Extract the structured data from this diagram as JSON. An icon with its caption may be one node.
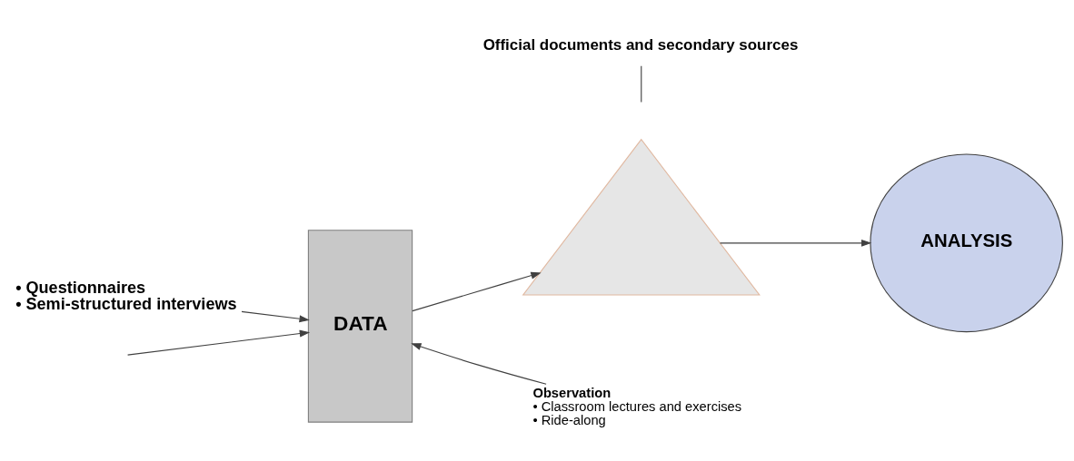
{
  "diagram": {
    "nodes": [
      {
        "text": [
          "DATA"
        ]
      },
      {
        "text": [],
        "shape": "triangle"
      },
      {
        "text": [
          "ANALYSIS"
        ]
      },
      {
        "text": [
          "• Questionnaires",
          "• Semi-structured interviews"
        ]
      },
      {
        "text": [
          "Observation",
          "• Classroom lectures and exercises",
          "• Ride-along"
        ]
      },
      {
        "text": [
          "Official documents and secondary sources"
        ]
      }
    ],
    "edges": [
      {
        "from": 3,
        "to": 0,
        "arrow": "to"
      },
      {
        "from": 0,
        "to": 1,
        "arrow": "to"
      },
      {
        "from": 1,
        "to": 2,
        "arrow": "to"
      },
      {
        "from": 4,
        "to": 0,
        "arrow": "to"
      },
      {
        "from": null,
        "to": 0,
        "arrow": "to"
      },
      {
        "from": 5,
        "to": null,
        "arrow": "none"
      }
    ]
  }
}
